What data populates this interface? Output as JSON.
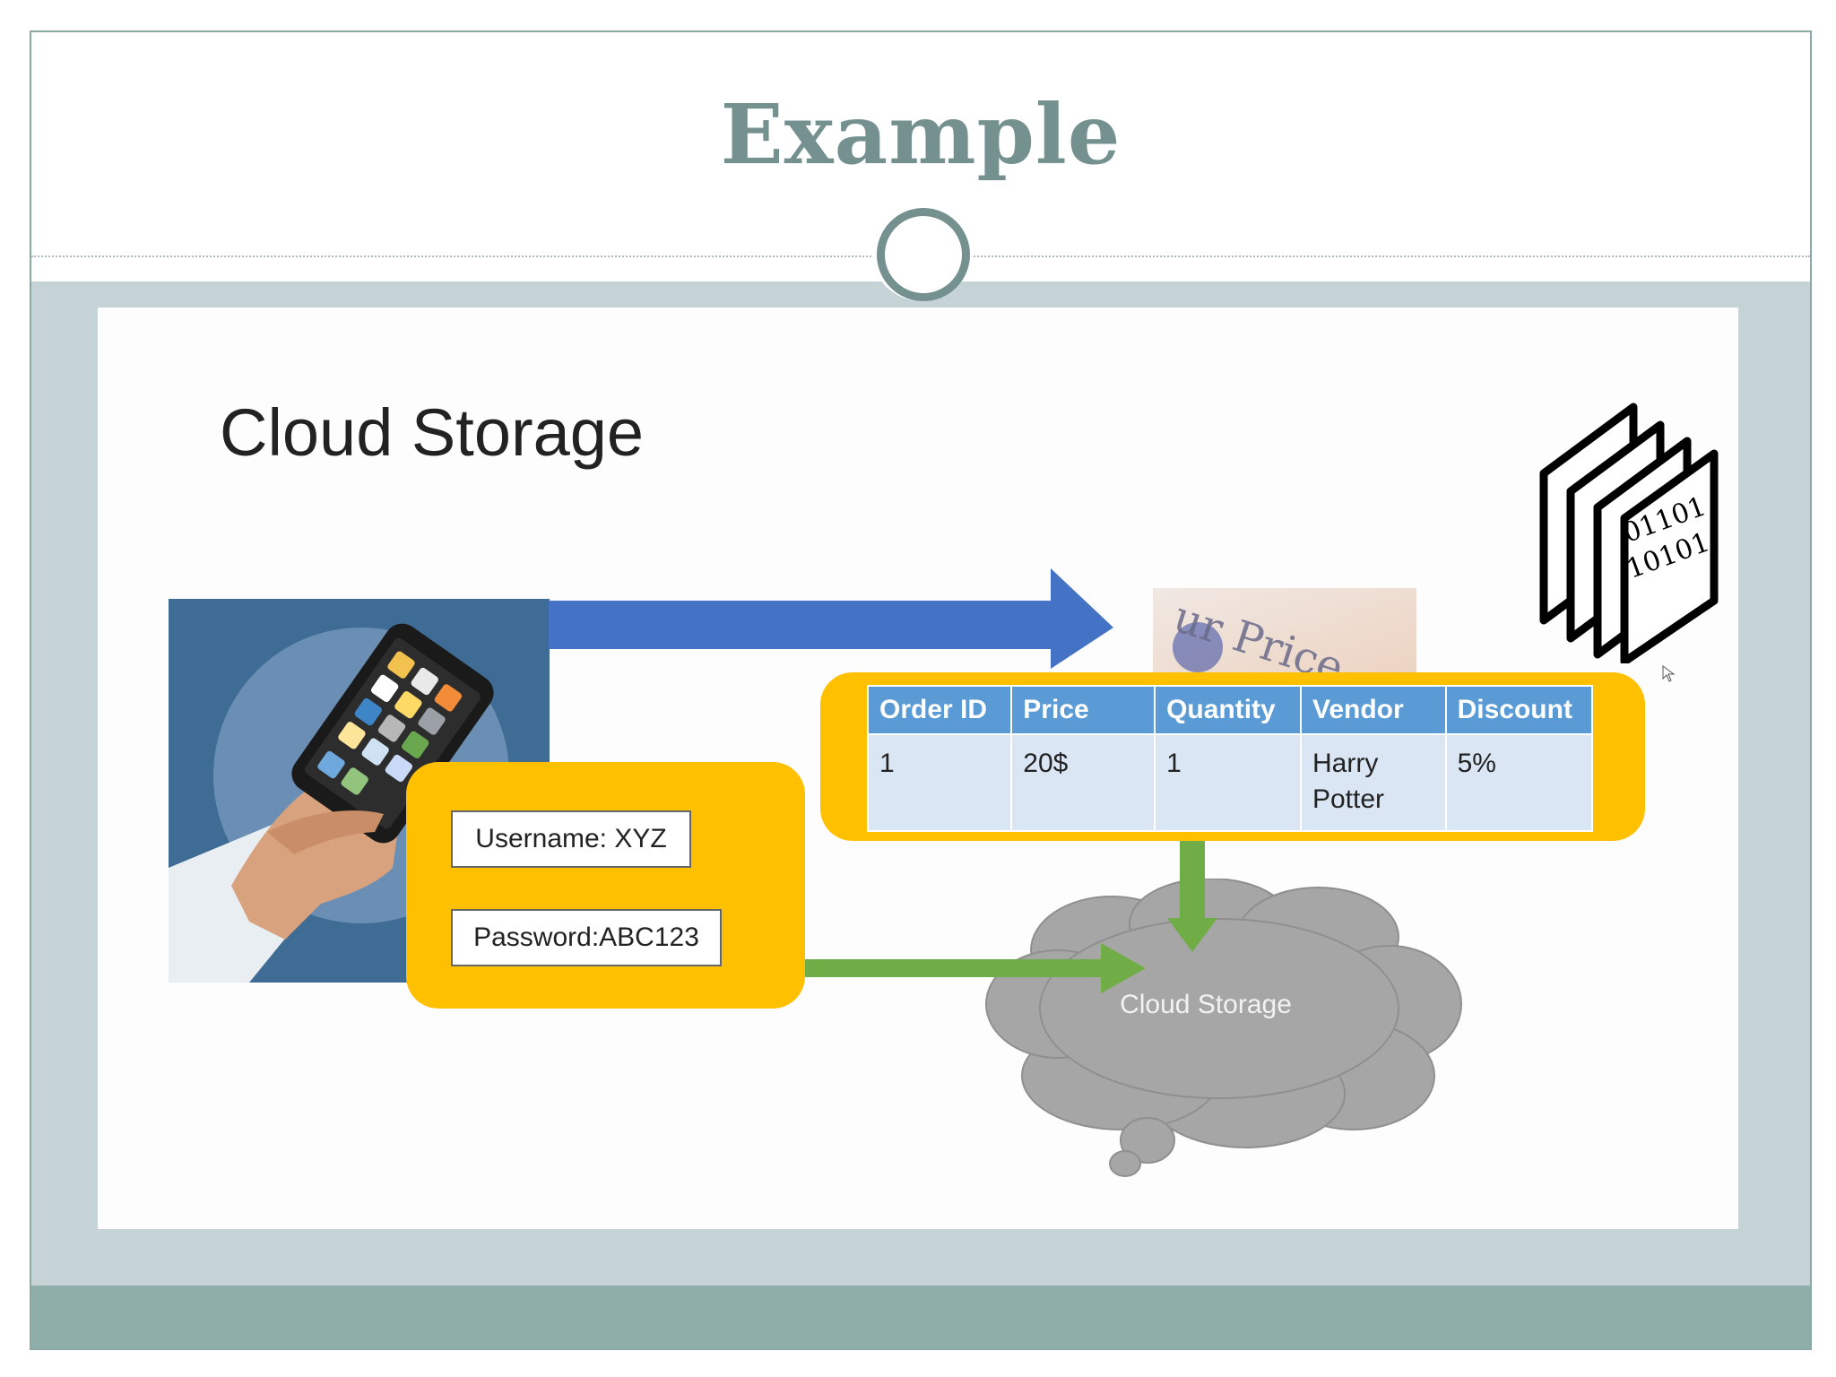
{
  "slide": {
    "title": "Example",
    "inner_title": "Cloud Storage"
  },
  "login": {
    "username": "Username: XYZ",
    "password": "Password:ABC123"
  },
  "order_table": {
    "headers": [
      "Order ID",
      "Price",
      "Quantity",
      "Vendor",
      "Discount"
    ],
    "row": [
      "1",
      "20$",
      "1",
      "Harry Potter",
      "5%"
    ]
  },
  "cloud": {
    "label": "Cloud Storage"
  },
  "price_tag": {
    "text": "ur Price"
  },
  "binary_docs": {
    "line1": "01101",
    "line2": "10101"
  },
  "colors": {
    "title": "#75918f",
    "content_band": "#c5d3d6",
    "footer_band": "#8fada9",
    "blue_arrow": "#4472c4",
    "yellow_box": "#ffc000",
    "green_arrow": "#70ad47",
    "cloud": "#a6a6a6",
    "table_header": "#5b9bd5",
    "table_cell": "#dbe6f4"
  },
  "icons": [
    "smartphone-hand-illustration",
    "price-tag-photo",
    "binary-documents-icon",
    "cloud-shape"
  ]
}
